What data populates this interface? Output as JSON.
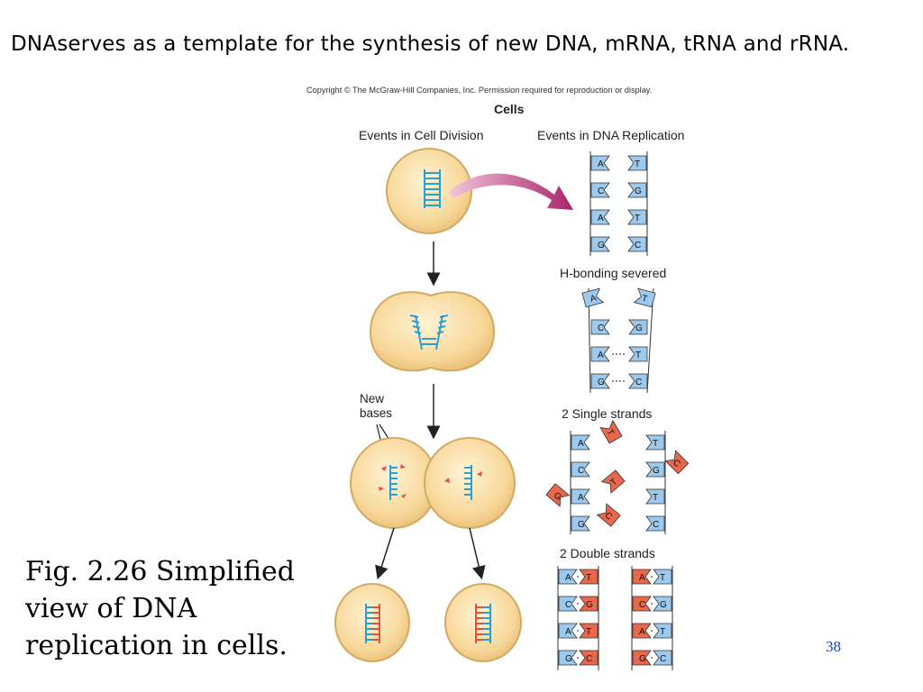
{
  "slide": {
    "heading": "DNAserves as a template for the synthesis of new DNA, mRNA, tRNA and rRNA.",
    "caption_lines": [
      "Fig. 2.26 Simplified",
      "view of DNA",
      "replication in cells."
    ],
    "page_number": "38"
  },
  "figure": {
    "copyright": "Copyright © The McGraw-Hill Companies, Inc. Permission required for reproduction or display.",
    "title": "Cells",
    "left_column_title": "Events in Cell Division",
    "right_column_title": "Events in DNA Replication",
    "new_bases_label_line1": "New",
    "new_bases_label_line2": "bases",
    "stage_labels": {
      "h_bonding": "H-bonding severed",
      "single_strands": "2 Single strands",
      "double_strands": "2 Double strands"
    },
    "base_pairs": [
      {
        "left": "A",
        "right": "T"
      },
      {
        "left": "C",
        "right": "G"
      },
      {
        "left": "A",
        "right": "T"
      },
      {
        "left": "G",
        "right": "C"
      }
    ],
    "colors": {
      "cell_fill": "#f8d89a",
      "cell_edge": "#c9a45e",
      "original_strand": "#2a9fd0",
      "new_strand": "#e8503a",
      "arrow": "#a8246a",
      "base_blue": "#9cc9ee",
      "base_red": "#e8684c"
    }
  }
}
